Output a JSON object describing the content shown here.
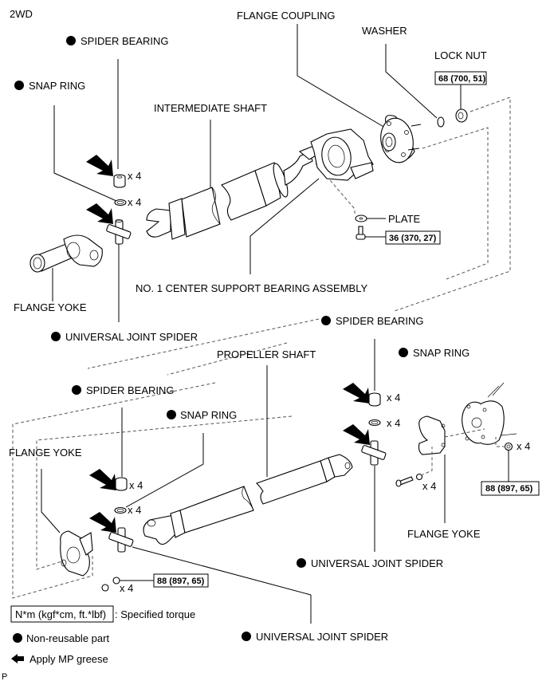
{
  "variant": "2WD",
  "footer_code": "P",
  "upper_assembly": {
    "labels": {
      "flange_coupling": "FLANGE COUPLING",
      "washer": "WASHER",
      "lock_nut": "LOCK NUT",
      "spider_bearing": "SPIDER BEARING",
      "snap_ring": "SNAP RING",
      "intermediate_shaft": "INTERMEDIATE SHAFT",
      "plate": "PLATE",
      "center_support_bearing": "NO. 1 CENTER SUPPORT BEARING ASSEMBLY",
      "flange_yoke": "FLANGE YOKE",
      "universal_joint_spider": "UNIVERSAL JOINT SPIDER"
    },
    "quantities": {
      "spider_bearing": "x 4",
      "snap_ring": "x 4"
    },
    "torques": {
      "lock_nut": "68 (700, 51)",
      "center_bearing_bolt": "36 (370, 27)"
    }
  },
  "lower_assembly": {
    "labels": {
      "propeller_shaft": "PROPELLER SHAFT",
      "spider_bearing_front": "SPIDER BEARING",
      "snap_ring_front": "SNAP RING",
      "flange_yoke_front": "FLANGE YOKE",
      "universal_joint_spider_front": "UNIVERSAL JOINT SPIDER",
      "spider_bearing_rear": "SPIDER BEARING",
      "snap_ring_rear": "SNAP RING",
      "flange_yoke_rear": "FLANGE YOKE",
      "universal_joint_spider_rear": "UNIVERSAL JOINT SPIDER"
    },
    "quantities": {
      "spider_bearing_front": "x 4",
      "snap_ring_front": "x 4",
      "front_nut": "x 4",
      "spider_bearing_rear": "x 4",
      "snap_ring_rear": "x 4",
      "rear_bolt": "x 4",
      "rear_nut": "x 4"
    },
    "torques": {
      "front_nut": "88 (897, 65)",
      "rear_nut": "88 (897, 65)"
    }
  },
  "legend": {
    "torque_unit": "N*m (kgf*cm, ft.*lbf)",
    "torque_desc": ": Specified torque",
    "non_reusable": "Non-reusable part",
    "apply_grease": "Apply MP greese"
  }
}
